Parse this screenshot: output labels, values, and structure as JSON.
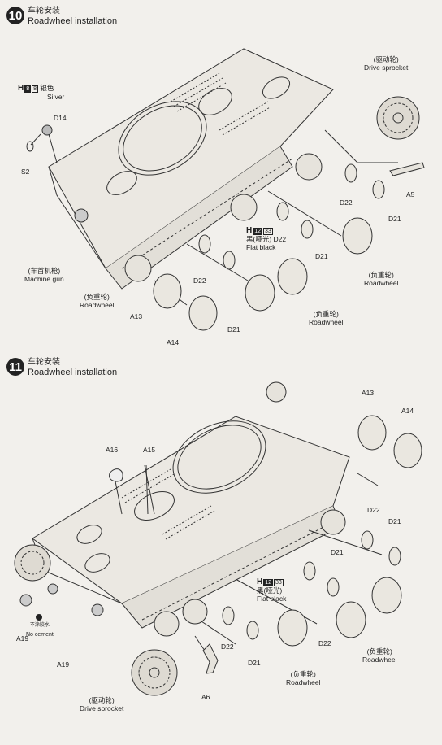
{
  "steps": [
    {
      "number": "10",
      "title_cn": "车轮安装",
      "title_en": "Roadwheel installation",
      "paint": {
        "letter": "H",
        "code1": "8",
        "code2": "8",
        "name_cn": "银色",
        "name_en": "Silver"
      },
      "paint2": {
        "letter": "H",
        "code1": "12",
        "code2": "33",
        "name_cn": "黑(哑光)",
        "name_en": "Flat black"
      },
      "labels": {
        "d14": "D14",
        "s2": "S2",
        "a5": "A5",
        "d22a": "D22",
        "d21a": "D21",
        "d22b": "D22",
        "d21b": "D21",
        "d22c": "D22",
        "d21c": "D21",
        "a13": "A13",
        "a14": "A14",
        "sprocket_cn": "(驱动轮)",
        "sprocket_en": "Drive sprocket",
        "mg_cn": "(车首机枪)",
        "mg_en": "Machine gun",
        "rw1_cn": "(负重轮)",
        "rw1_en": "Roadwheel",
        "rw2_cn": "(负重轮)",
        "rw2_en": "Roadwheel",
        "rw3_cn": "(负重轮)",
        "rw3_en": "Roadwheel"
      }
    },
    {
      "number": "11",
      "title_cn": "车轮安装",
      "title_en": "Roadwheel installation",
      "paint": {
        "letter": "H",
        "code1": "12",
        "code2": "33",
        "name_cn": "黑(哑光)",
        "name_en": "Flat black"
      },
      "labels": {
        "a13": "A13",
        "a14": "A14",
        "a16": "A16",
        "a15": "A15",
        "d22a": "D22",
        "d21a": "D21",
        "d21b": "D21",
        "d22b": "D22",
        "d22c": "D22",
        "d21c": "D21",
        "a19a": "A19",
        "a19b": "A19",
        "a6": "A6",
        "nocement_cn": "不涂胶水",
        "nocement_en": "No cement",
        "sprocket_cn": "(驱动轮)",
        "sprocket_en": "Drive sprocket",
        "rw1_cn": "(负重轮)",
        "rw1_en": "Roadwheel",
        "rw2_cn": "(负重轮)",
        "rw2_en": "Roadwheel"
      }
    }
  ]
}
